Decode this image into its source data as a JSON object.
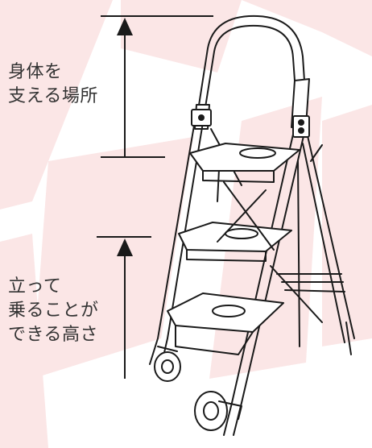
{
  "labels": {
    "support_area": "身体を\n支える場所",
    "standing_height": "立って\n乗ることが\nできる高さ"
  },
  "colors": {
    "background_stripe": "#fbe6e6",
    "line": "#1a1a1a",
    "text": "#333333"
  },
  "icons": {
    "stepladder": "folding-step-stool-illustration"
  }
}
